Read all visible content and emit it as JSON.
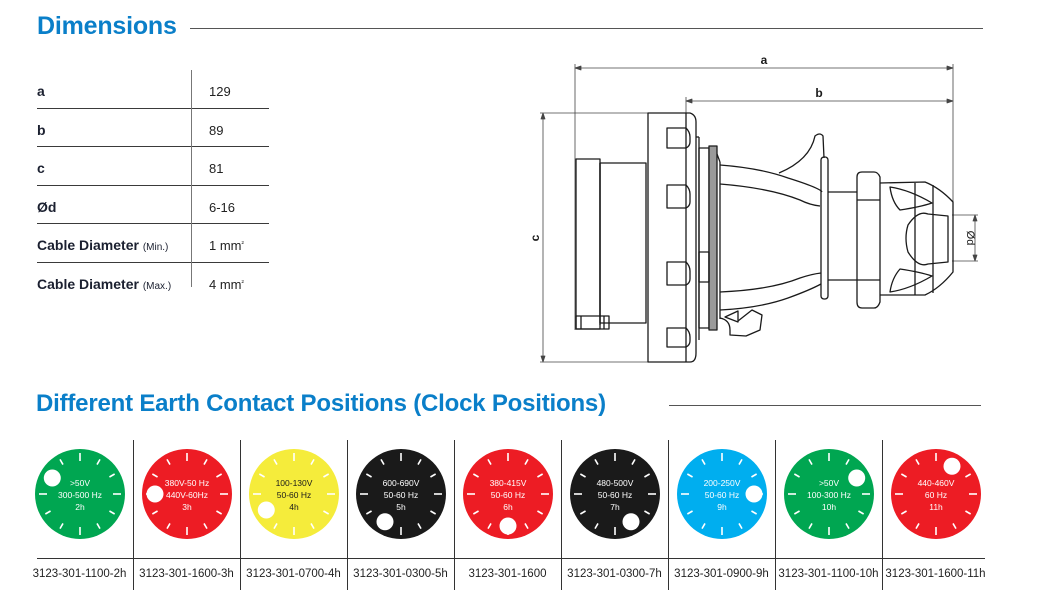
{
  "dimensions": {
    "title": "Dimensions",
    "rows": [
      {
        "label": "a",
        "sub": "",
        "value": "129",
        "unit": ""
      },
      {
        "label": "b",
        "sub": "",
        "value": "89",
        "unit": ""
      },
      {
        "label": "c",
        "sub": "",
        "value": "81",
        "unit": ""
      },
      {
        "label": "Ød",
        "sub": "",
        "value": "6-16",
        "unit": ""
      },
      {
        "label": "Cable Diameter ",
        "sub": "(Min.)",
        "value": "1 mm",
        "unit": "²"
      },
      {
        "label": "Cable Diameter ",
        "sub": "(Max.)",
        "value": "4 mm",
        "unit": "²"
      }
    ]
  },
  "drawing": {
    "labels": {
      "a": "a",
      "b": "b",
      "c": "c",
      "d": "Ød"
    },
    "line_color": "#1a1a1a"
  },
  "earth_contacts": {
    "title": "Different Earth Contact Positions (Clock Positions)",
    "items": [
      {
        "line1": ">50V",
        "line2": "300-500 Hz",
        "hour_label": "2h",
        "clock_hour": 2,
        "color": "#00a651",
        "text_color": "#ffffff",
        "code": "3123-301-1100-2h"
      },
      {
        "line1": "380V-50 Hz",
        "line2": "440V-60Hz",
        "hour_label": "3h",
        "clock_hour": 3,
        "color": "#ed1c24",
        "text_color": "#ffffff",
        "code": "3123-301-1600-3h"
      },
      {
        "line1": "100-130V",
        "line2": "50-60 Hz",
        "hour_label": "4h",
        "clock_hour": 4,
        "color": "#f5ec3b",
        "text_color": "#1a1a1a",
        "code": "3123-301-0700-4h"
      },
      {
        "line1": "600-690V",
        "line2": "50-60 Hz",
        "hour_label": "5h",
        "clock_hour": 5,
        "color": "#1a1a1a",
        "text_color": "#ffffff",
        "code": "3123-301-0300-5h"
      },
      {
        "line1": "380-415V",
        "line2": "50-60 Hz",
        "hour_label": "6h",
        "clock_hour": 6,
        "color": "#ed1c24",
        "text_color": "#ffffff",
        "code": "3123-301-1600"
      },
      {
        "line1": "480-500V",
        "line2": "50-60 Hz",
        "hour_label": "7h",
        "clock_hour": 7,
        "color": "#1a1a1a",
        "text_color": "#ffffff",
        "code": "3123-301-0300-7h"
      },
      {
        "line1": "200-250V",
        "line2": "50-60 Hz",
        "hour_label": "9h",
        "clock_hour": 9,
        "color": "#00aeef",
        "text_color": "#ffffff",
        "code": "3123-301-0900-9h"
      },
      {
        "line1": ">50V",
        "line2": "100-300 Hz",
        "hour_label": "10h",
        "clock_hour": 10,
        "color": "#00a651",
        "text_color": "#ffffff",
        "code": "3123-301-1100-10h"
      },
      {
        "line1": "440-460V",
        "line2": "60 Hz",
        "hour_label": "11h",
        "clock_hour": 11,
        "color": "#ed1c24",
        "text_color": "#ffffff",
        "code": "3123-301-1600-11h"
      }
    ]
  },
  "colors": {
    "heading": "#0a7fc9"
  }
}
